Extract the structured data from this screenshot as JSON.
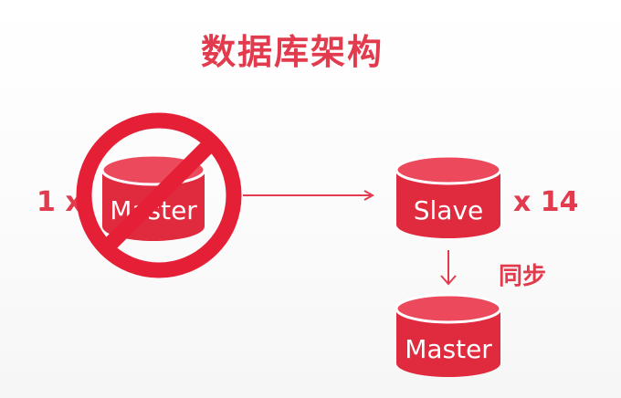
{
  "title": "数据库架构",
  "left": {
    "count_text": "1 x",
    "db_label": "Master",
    "status_icon": "prohibited-icon"
  },
  "right": {
    "slave_label": "Slave",
    "slave_count_text": "x 14",
    "sync_label": "同步",
    "master_label": "Master"
  },
  "colors": {
    "accent": "#e23b4e",
    "cylinder_side": "#e02a3e",
    "cylinder_top": "#ec4a5c",
    "prohibit": "#e51f36"
  }
}
